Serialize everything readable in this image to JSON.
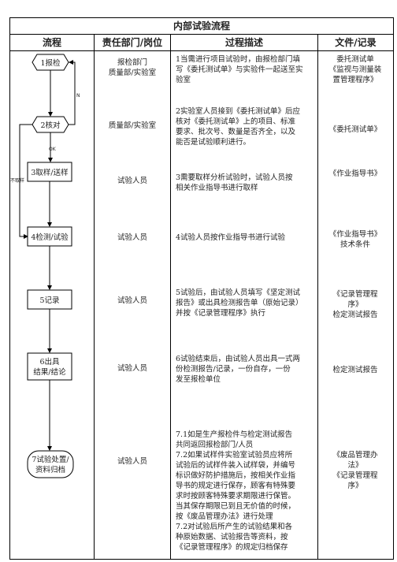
{
  "title": "内部试验流程",
  "headers": {
    "flow": "流程",
    "dept": "责任部门/岗位",
    "desc": "过程描述",
    "doc": "文件/记录"
  },
  "flow": {
    "n1": "1报检",
    "n2": "2核对",
    "n3": "3取样/送样",
    "n4": "4检测/试验",
    "n5": "5记录",
    "n6a": "6出具",
    "n6b": "结果/结论",
    "n7a": "7试验处置/",
    "n7b": "资料归档",
    "label_n": "N",
    "label_ok": "OK",
    "label_bqy": "不取样"
  },
  "rows": [
    {
      "dept": [
        "报检部门",
        "质量部/实验室"
      ],
      "desc": [
        "1当需进行项目试验时，由报检部门填",
        "写《委托测试单》与实验件一起送至实",
        "验室"
      ],
      "doc": [
        "委托测试单",
        "《监视与测量装",
        "置管理程序》"
      ]
    },
    {
      "dept": [
        "质量部/实验室"
      ],
      "desc": [
        "2实验室人员接到《委托测试单》后应",
        "核对《委托测试单》上的项目、标准",
        "要求、批次号、数量是否齐全，以及",
        "能否是试验顺利进行。"
      ],
      "doc": [
        "《委托测试单》"
      ]
    },
    {
      "dept": [
        "试验人员"
      ],
      "desc": [
        "3需要取样分析试验时，试验人员按",
        "相关作业指导书进行取样"
      ],
      "doc": [
        "《作业指导书》"
      ]
    },
    {
      "dept": [
        "试验人员"
      ],
      "desc": [
        "4试验人员按作业指导书进行试验"
      ],
      "doc": [
        "《作业指导书》",
        "技术条件"
      ]
    },
    {
      "dept": [
        "试验人员"
      ],
      "desc": [
        "5试验后，由试验人员填写《坚定测试",
        "报告》或出具检测报告单（原始记录）",
        "并按《记录管理程序》执行"
      ],
      "doc": [
        "《记录管理程",
        "序》",
        "检定测试报告"
      ]
    },
    {
      "dept": [
        "试验人员"
      ],
      "desc": [
        "6试验结束后，由试验人员出具一式两",
        "份检测报告/记录，一份自存，一份",
        "发至报检单位"
      ],
      "doc": [
        "检定测试报告"
      ]
    },
    {
      "dept": [
        "试验人员"
      ],
      "desc": [
        "7.1如是生产报检件与检定测试报告",
        "共同返回报检部门/人员",
        "7.2如果试样件实验室试验员应将所",
        "试验后的试样件装入试样袋，并编号",
        "标识做好防护措施后，按相关作业指",
        "导书的规定进行保存，顾客有特殊要",
        "求时按顾客特殊要求期限进行保管。",
        "当其保存期限已到且无价值的时候，",
        "按《废品管理办法》进行处理",
        "7.2对试验后所产生的试验结果和各",
        "种原始数据、试验报告等资料，按",
        "《记录管理程序》的规定归档保存"
      ],
      "doc": [
        "《废品管理办",
        "法》",
        "《记录管理程",
        "序》"
      ]
    }
  ]
}
